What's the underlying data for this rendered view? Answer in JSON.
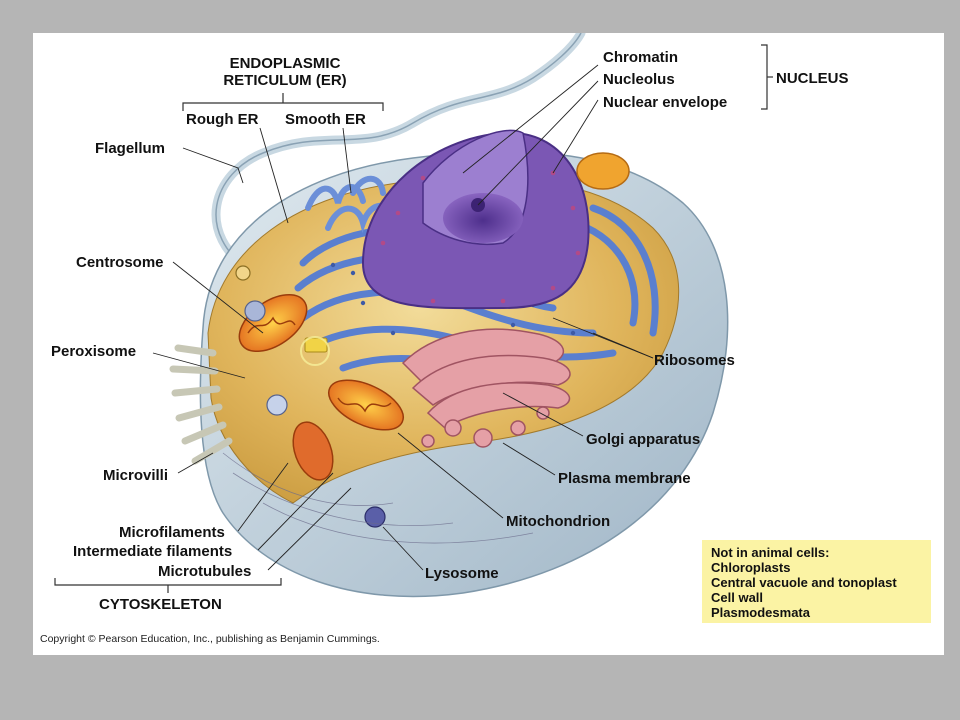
{
  "labels": {
    "er_title_line1": "ENDOPLASMIC",
    "er_title_line2": "RETICULUM (ER)",
    "rough_er": "Rough ER",
    "smooth_er": "Smooth ER",
    "flagellum": "Flagellum",
    "centrosome": "Centrosome",
    "peroxisome": "Peroxisome",
    "microvilli": "Microvilli",
    "microfilaments": "Microfilaments",
    "intermediate_filaments": "Intermediate filaments",
    "microtubules": "Microtubules",
    "cytoskeleton": "CYTOSKELETON",
    "chromatin": "Chromatin",
    "nucleolus": "Nucleolus",
    "nuclear_envelope": "Nuclear envelope",
    "nucleus": "NUCLEUS",
    "ribosomes": "Ribosomes",
    "golgi_apparatus": "Golgi apparatus",
    "plasma_membrane": "Plasma membrane",
    "mitochondrion": "Mitochondrion",
    "lysosome": "Lysosome"
  },
  "note_box": {
    "title": "Not in animal cells:",
    "items": [
      "Chloroplasts",
      "Central vacuole and tonoplast",
      "Cell wall",
      "Plasmodesmata"
    ]
  },
  "copyright": "Copyright © Pearson Education, Inc., publishing as Benjamin Cummings.",
  "colors": {
    "background": "#b5b5b5",
    "panel": "#ffffff",
    "note_box": "#fbf3a4",
    "cytoplasm": "#dfb45a",
    "er": "#5a7fcf",
    "nucleus": "#7b57b4",
    "golgi": "#d0858e",
    "mitochondrion": "#ec8a2c"
  }
}
